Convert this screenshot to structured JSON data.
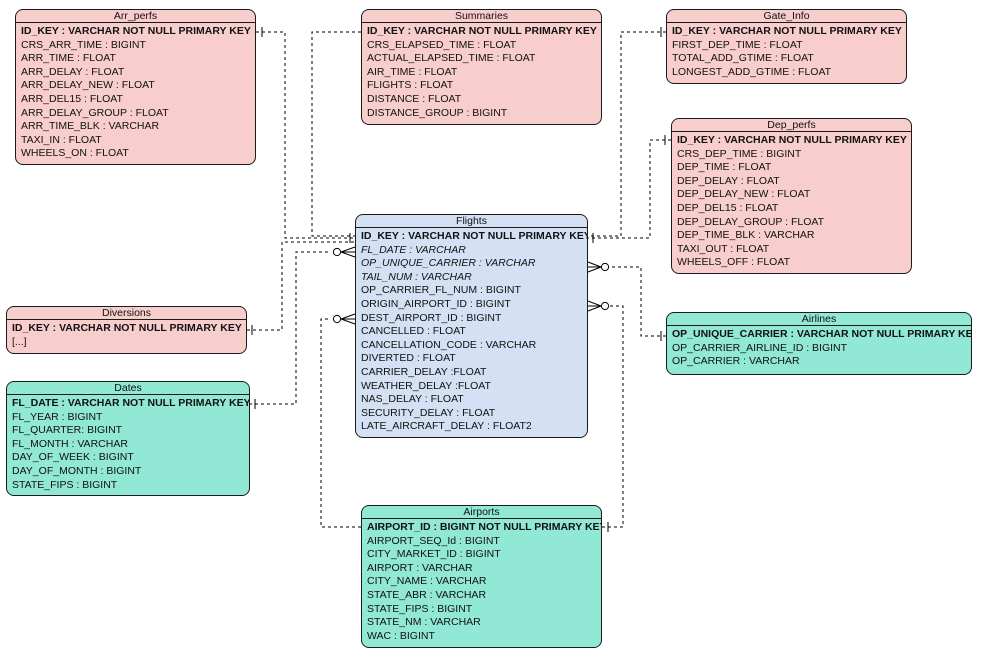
{
  "diagram": {
    "entities": {
      "arr_perfs": {
        "title": "Arr_perfs",
        "fields": [
          "ID_KEY : VARCHAR NOT NULL PRIMARY KEY",
          "CRS_ARR_TIME : BIGINT",
          "ARR_TIME : FLOAT",
          "ARR_DELAY : FLOAT",
          "ARR_DELAY_NEW : FLOAT",
          "ARR_DEL15 : FLOAT",
          "ARR_DELAY_GROUP : FLOAT",
          "ARR_TIME_BLK : VARCHAR",
          "TAXI_IN : FLOAT",
          "WHEELS_ON : FLOAT"
        ]
      },
      "summaries": {
        "title": "Summaries",
        "fields": [
          "ID_KEY : VARCHAR NOT NULL PRIMARY KEY",
          "CRS_ELAPSED_TIME : FLOAT",
          "ACTUAL_ELAPSED_TIME : FLOAT",
          "AIR_TIME : FLOAT",
          "FLIGHTS : FLOAT",
          "DISTANCE : FLOAT",
          "DISTANCE_GROUP : BIGINT"
        ]
      },
      "gate_info": {
        "title": "Gate_Info",
        "fields": [
          "ID_KEY : VARCHAR NOT NULL PRIMARY KEY",
          "FIRST_DEP_TIME : FLOAT",
          "TOTAL_ADD_GTIME : FLOAT",
          "LONGEST_ADD_GTIME : FLOAT"
        ]
      },
      "dep_perfs": {
        "title": "Dep_perfs",
        "fields": [
          "ID_KEY : VARCHAR NOT NULL PRIMARY KEY",
          "CRS_DEP_TIME : BIGINT",
          "DEP_TIME : FLOAT",
          "DEP_DELAY : FLOAT",
          "DEP_DELAY_NEW : FLOAT",
          "DEP_DEL15 : FLOAT",
          "DEP_DELAY_GROUP : FLOAT",
          "DEP_TIME_BLK : VARCHAR",
          "TAXI_OUT : FLOAT",
          "WHEELS_OFF : FLOAT"
        ]
      },
      "flights": {
        "title": "Flights",
        "fields": [
          "ID_KEY : VARCHAR NOT NULL PRIMARY KEY,",
          "FL_DATE : VARCHAR",
          "OP_UNIQUE_CARRIER : VARCHAR",
          "TAIL_NUM : VARCHAR",
          "OP_CARRIER_FL_NUM : BIGINT",
          "ORIGIN_AIRPORT_ID : BIGINT",
          "DEST_AIRPORT_ID : BIGINT",
          "CANCELLED : FLOAT",
          "CANCELLATION_CODE : VARCHAR",
          "DIVERTED : FLOAT",
          "CARRIER_DELAY :FLOAT",
          "WEATHER_DELAY :FLOAT",
          "NAS_DELAY : FLOAT",
          "SECURITY_DELAY : FLOAT",
          "LATE_AIRCRAFT_DELAY : FLOAT2"
        ]
      },
      "diversions": {
        "title": "Diversions",
        "fields": [
          "ID_KEY : VARCHAR NOT NULL PRIMARY KEY",
          "[...]"
        ]
      },
      "dates": {
        "title": "Dates",
        "fields": [
          "FL_DATE : VARCHAR NOT NULL PRIMARY KEY",
          "FL_YEAR : BIGINT",
          "FL_QUARTER: BIGINT",
          "FL_MONTH : VARCHAR",
          "DAY_OF_WEEK : BIGINT",
          "DAY_OF_MONTH : BIGINT",
          "STATE_FIPS : BIGINT"
        ]
      },
      "airlines": {
        "title": "Airlines",
        "fields": [
          "OP_UNIQUE_CARRIER : VARCHAR NOT NULL PRIMARY KEY",
          "OP_CARRIER_AIRLINE_ID : BIGINT",
          "OP_CARRIER : VARCHAR"
        ]
      },
      "airports": {
        "title": "Airports",
        "fields": [
          "AIRPORT_ID : BIGINT NOT NULL PRIMARY KEY",
          "AIRPORT_SEQ_Id : BIGINT",
          "CITY_MARKET_ID : BIGINT",
          "AIRPORT : VARCHAR",
          "CITY_NAME : VARCHAR",
          "STATE_ABR : VARCHAR",
          "STATE_FIPS : BIGINT",
          "STATE_NM : VARCHAR",
          "WAC : BIGINT"
        ]
      }
    }
  }
}
